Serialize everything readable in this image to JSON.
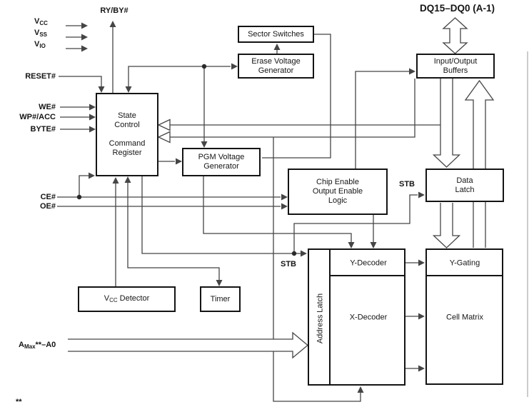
{
  "signals": {
    "vcc": {
      "base": "V",
      "sub": "CC"
    },
    "vss": {
      "base": "V",
      "sub": "SS"
    },
    "vio": {
      "base": "V",
      "sub": "IO"
    },
    "ryby": "RY/BY#",
    "reset": "RESET#",
    "we": "WE#",
    "wpacc": "WP#/ACC",
    "byte": "BYTE#",
    "ce": "CE#",
    "oe": "OE#",
    "addr": {
      "base": "A",
      "sub": "Max",
      "rest": "**–A0"
    },
    "dq": "DQ15–DQ0 (A-1)",
    "stb_data_latch": "STB",
    "stb_addr_latch": "STB",
    "footnote": "**"
  },
  "blocks": {
    "state_control": {
      "line1": "State\nControl",
      "line2": "Command\nRegister"
    },
    "sector_switches": "Sector Switches",
    "erase_voltage_generator": "Erase Voltage\nGenerator",
    "pgm_voltage_generator": "PGM Voltage\nGenerator",
    "chip_enable_logic": "Chip Enable\nOutput Enable\nLogic",
    "io_buffers": "Input/Output\nBuffers",
    "data_latch": "Data\nLatch",
    "vcc_detector": {
      "base": "V",
      "sub": "CC",
      "rest": " Detector"
    },
    "timer": "Timer",
    "address_latch": "Address Latch",
    "y_decoder": "Y-Decoder",
    "x_decoder": "X-Decoder",
    "y_gating": "Y-Gating",
    "cell_matrix": "Cell Matrix"
  }
}
